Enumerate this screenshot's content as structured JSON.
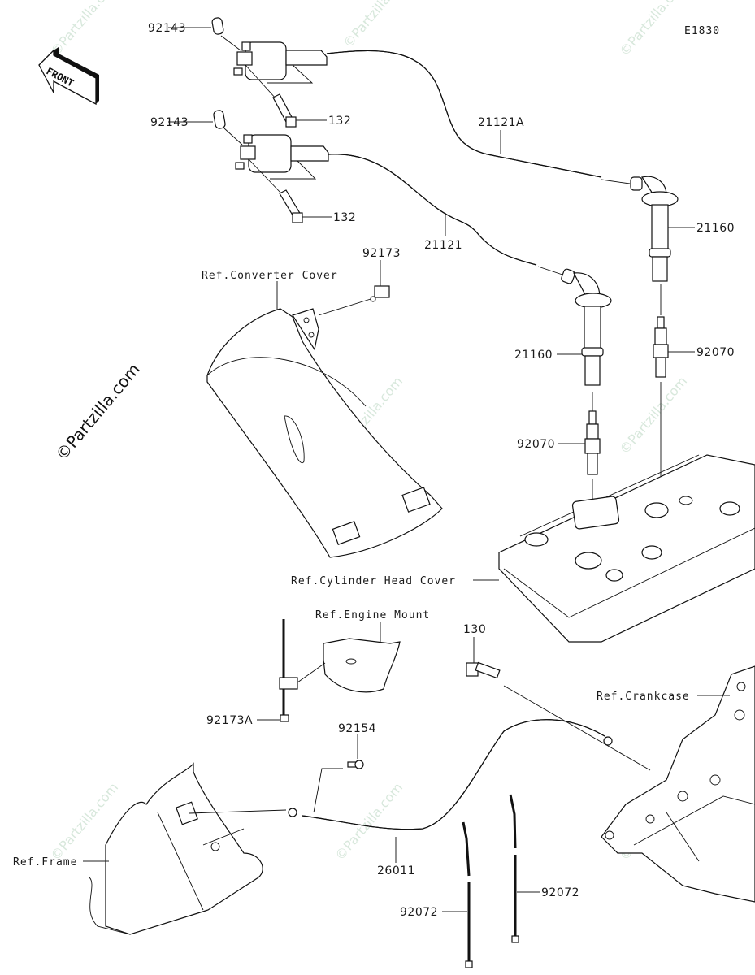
{
  "diagram": {
    "code": "E1830",
    "front_label": "FRONT",
    "watermark": "©Partzilla.com",
    "callouts": {
      "cap_upper": "92143",
      "cap_lower": "92143",
      "bolt_upper": "132",
      "bolt_lower": "132",
      "lead_upper": "21121A",
      "lead_lower": "21121",
      "plug_cap_right": "21160",
      "plug_cap_left": "21160",
      "clip": "92173",
      "spark_plug_right": "92070",
      "spark_plug_left": "92070",
      "band_clip": "92173A",
      "ground_bolt": "92154",
      "crank_bolt": "130",
      "ground_lead": "26011",
      "tie_left": "92072",
      "tie_right": "92072"
    },
    "references": {
      "converter_cover": "Ref.Converter Cover",
      "cylinder_head_cover": "Ref.Cylinder Head Cover",
      "engine_mount": "Ref.Engine Mount",
      "crankcase": "Ref.Crankcase",
      "frame": "Ref.Frame"
    }
  }
}
